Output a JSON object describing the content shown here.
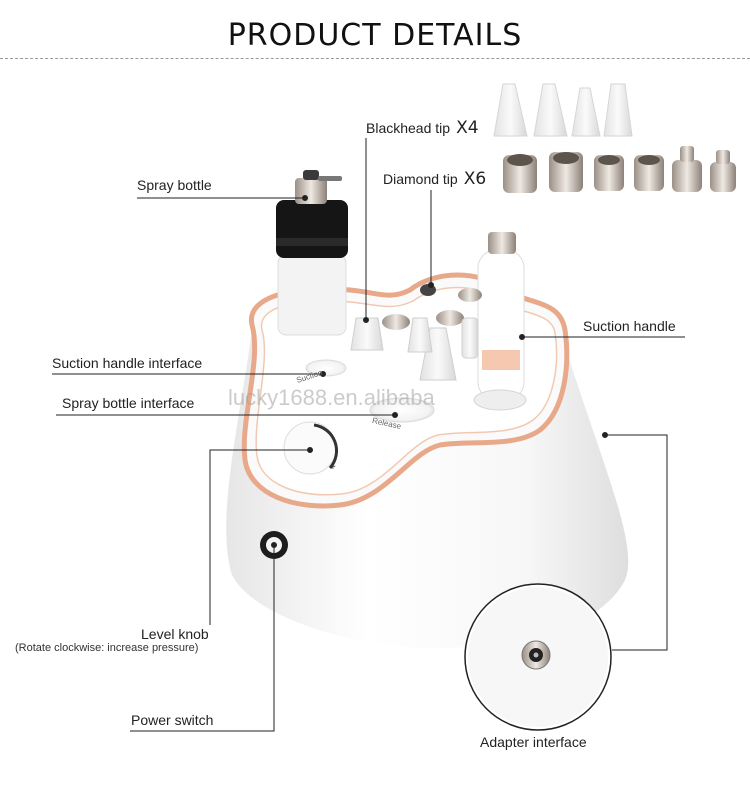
{
  "header": {
    "title": "PRODUCT DETAILS"
  },
  "labels": {
    "spray_bottle": "Spray bottle",
    "blackhead_tip": "Blackhead tip",
    "blackhead_count": "X4",
    "diamond_tip": "Diamond tip",
    "diamond_count": "X6",
    "suction_handle": "Suction handle",
    "suction_handle_interface": "Suction handle interface",
    "spray_bottle_interface": "Spray bottle interface",
    "level_knob": "Level knob",
    "level_knob_note": "(Rotate clockwise: increase pressure)",
    "power_switch": "Power switch",
    "adapter_interface": "Adapter interface"
  },
  "device_print": {
    "suction": "Suction",
    "release": "Release",
    "plus": "+"
  },
  "watermark": "lucky1688.en.alibaba",
  "colors": {
    "accent_ring": "#e8a98a",
    "leader_line": "#222222",
    "body": "#f6f6f6"
  }
}
